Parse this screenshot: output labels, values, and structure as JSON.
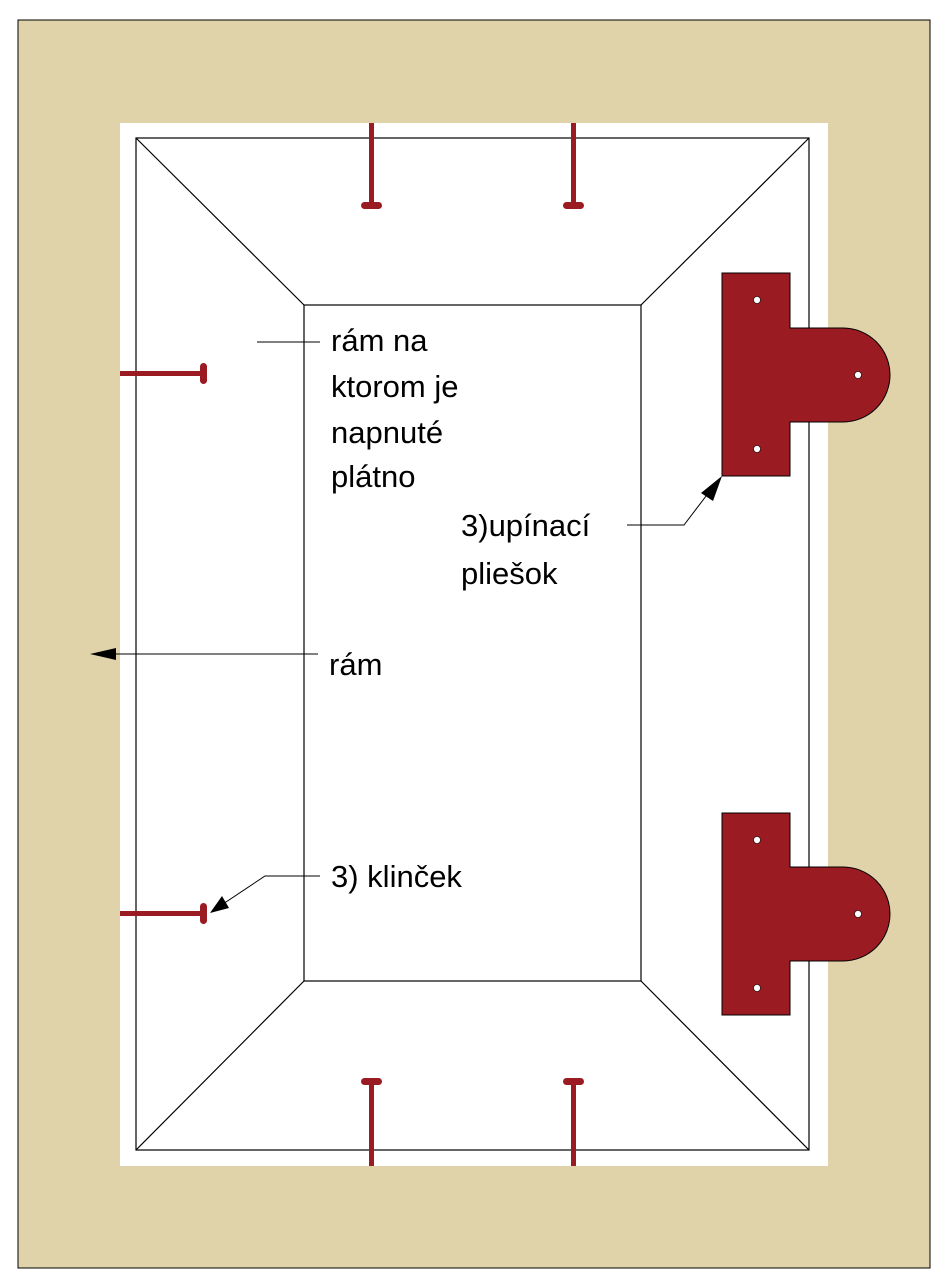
{
  "colors": {
    "background": "#ffffff",
    "wall": "#e0d3a9",
    "frame_face": "#ffffff",
    "line": "#000000",
    "hardware": "#9b1b22",
    "hole": "#ffffff"
  },
  "labels": {
    "canvas_frame": [
      "rám na",
      "ktorom je",
      "napnuté",
      "plátno"
    ],
    "clip": [
      "3)upínací",
      "pliešok"
    ],
    "frame": "rám",
    "nail": "3) klinček"
  }
}
